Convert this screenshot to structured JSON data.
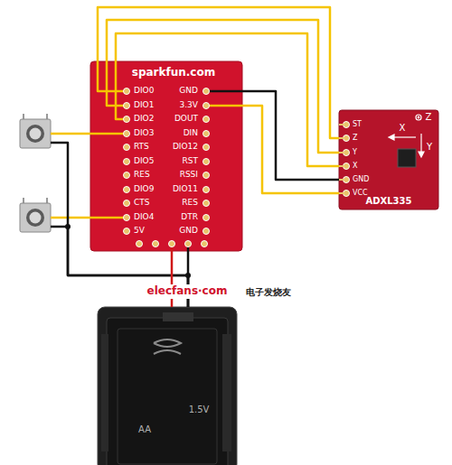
{
  "diagram": {
    "nodes": [
      {
        "text": [
          "sparkfun.com"
        ]
      },
      {
        "text": [
          "ADXL335"
        ]
      },
      {
        "text": []
      },
      {
        "text": []
      },
      {
        "text": [
          "1.5V",
          "AA"
        ]
      }
    ],
    "edges": [
      {
        "from": 0,
        "to": 1,
        "arrow": "none"
      },
      {
        "from": 0,
        "to": 1,
        "arrow": "none"
      },
      {
        "from": 0,
        "to": 1,
        "arrow": "none"
      },
      {
        "from": 0,
        "to": 1,
        "arrow": "none"
      },
      {
        "from": 0,
        "to": 1,
        "arrow": "none"
      },
      {
        "from": 0,
        "to": 2,
        "arrow": "none"
      },
      {
        "from": 0,
        "to": 3,
        "arrow": "none"
      },
      {
        "from": 2,
        "to": 4,
        "arrow": "none"
      },
      {
        "from": 3,
        "to": 4,
        "arrow": "none"
      },
      {
        "from": 4,
        "to": 0,
        "arrow": "none"
      },
      {
        "from": 4,
        "to": 0,
        "arrow": "none"
      }
    ],
    "labels": [
      "DIO0",
      "DIO1",
      "DIO2",
      "DIO3",
      "RTS",
      "DIO5",
      "RES",
      "DIO9",
      "CTS",
      "DIO4",
      "5V",
      "GND",
      "3.3V",
      "DOUT",
      "DIN",
      "DIO12",
      "RST",
      "RSSI",
      "DIO11",
      "RES",
      "DTR",
      "GND",
      "ST",
      "Z",
      "Y",
      "X",
      "GND",
      "VCC",
      "X",
      "Y",
      "Z",
      "elecfans·com",
      "电子发烧友"
    ]
  }
}
